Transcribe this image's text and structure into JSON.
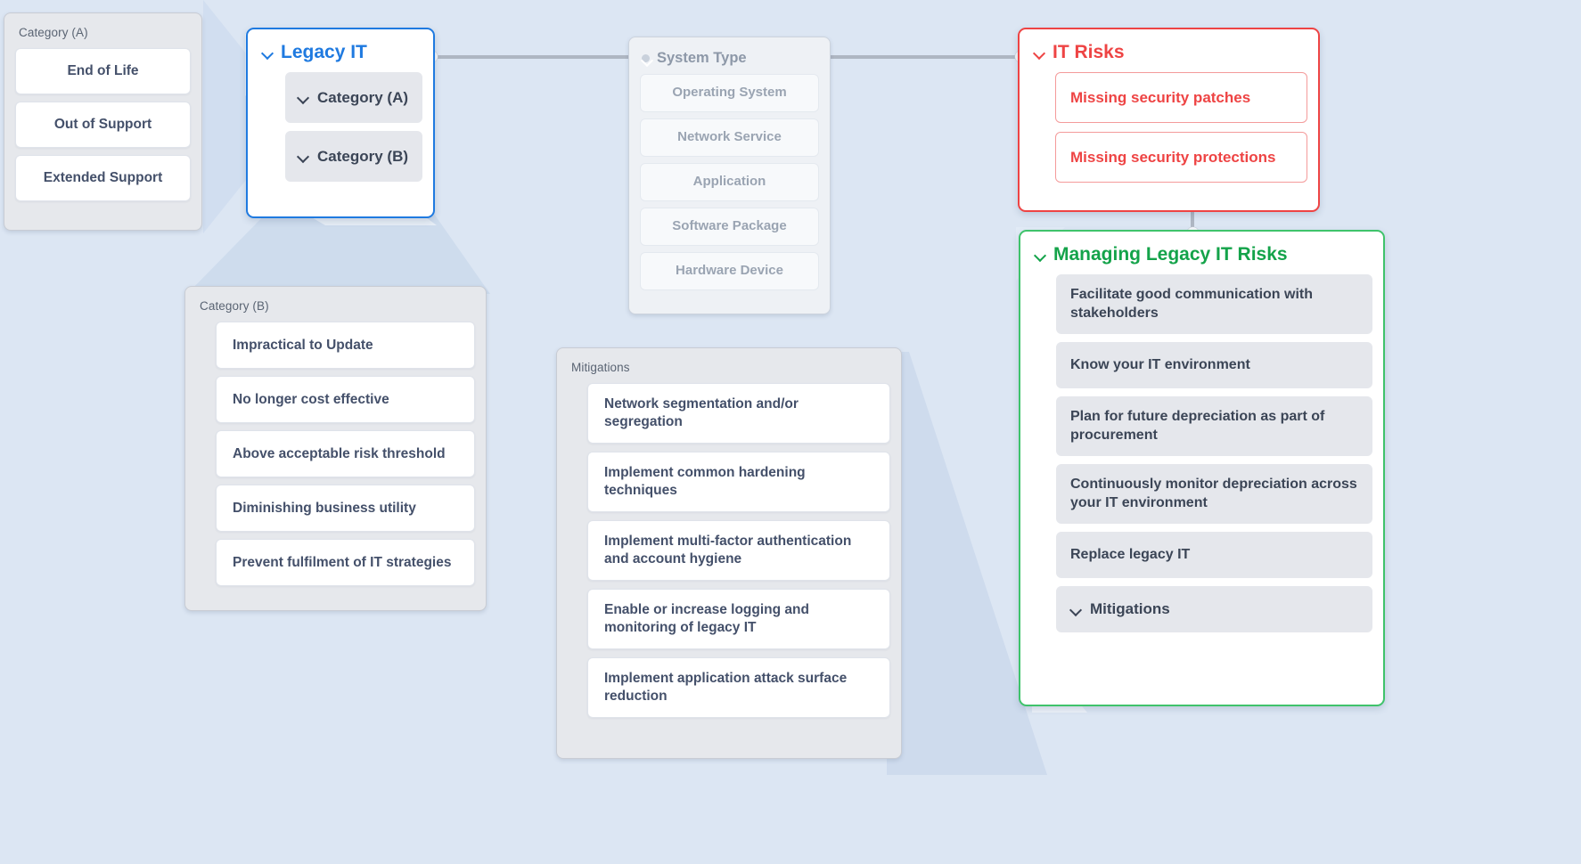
{
  "background_color": "#dce6f3",
  "accents": {
    "blue": "#1f7ae0",
    "red": "#ee4444",
    "green": "#14a34a",
    "connector": "#aeb6c2"
  },
  "nodes": {
    "legacy_it": {
      "title": "Legacy IT",
      "chevron_icon": "chevron-down-icon",
      "chips": [
        {
          "label": "Category (A)",
          "chevron_icon": "chevron-down-icon"
        },
        {
          "label": "Category (B)",
          "chevron_icon": "chevron-down-icon"
        }
      ]
    },
    "it_risks": {
      "title": "IT Risks",
      "chevron_icon": "chevron-down-icon",
      "items": [
        "Missing security patches",
        "Missing security protections"
      ]
    },
    "managing_legacy_it_risks": {
      "title": "Managing Legacy IT Risks",
      "chevron_icon": "chevron-down-icon",
      "items": [
        "Facilitate good communication with stakeholders",
        "Know your IT environment",
        "Plan for future depreciation as part of procurement",
        "Continuously monitor depreciation across your IT environment",
        "Replace legacy IT"
      ],
      "expandable": {
        "label": "Mitigations",
        "chevron_icon": "chevron-down-icon"
      }
    }
  },
  "panels": {
    "category_a": {
      "title": "Category (A)",
      "items": [
        "End of Life",
        "Out of Support",
        "Extended Support"
      ]
    },
    "category_b": {
      "title": "Category (B)",
      "items": [
        "Impractical to Update",
        "No longer cost effective",
        "Above acceptable risk threshold",
        "Diminishing business utility",
        "Prevent fulfilment of IT strategies"
      ]
    },
    "system_type": {
      "title": "System Type",
      "chevron_icon": "chevron-down-icon",
      "items": [
        "Operating System",
        "Network Service",
        "Application",
        "Software Package",
        "Hardware Device"
      ]
    },
    "mitigations": {
      "title": "Mitigations",
      "items": [
        "Network segmentation and/or segregation",
        "Implement common hardening techniques",
        "Implement multi-factor authentication and account hygiene",
        "Enable or increase logging and monitoring of legacy IT",
        "Implement application attack surface reduction"
      ]
    }
  }
}
